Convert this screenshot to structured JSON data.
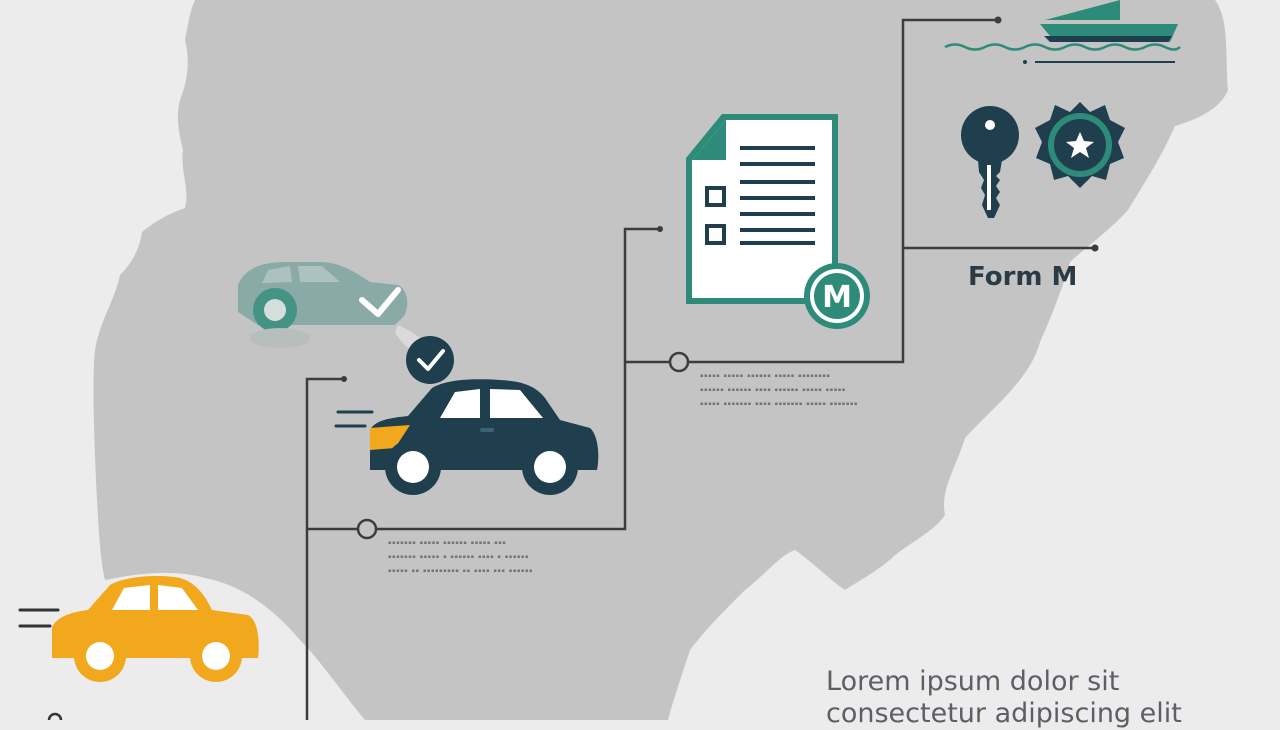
{
  "diagram": {
    "form_label": "Form M",
    "form_badge_letter": "M",
    "caption_line_1": "Lorem ipsum dolor sit",
    "caption_line_2": "consectetur adipiscing elit",
    "colors": {
      "background": "#ececec",
      "map_fill": "#c4c4c4",
      "teal": "#2e8b7a",
      "navy": "#1f3f4f",
      "yellow": "#f2a81d",
      "line": "#3c3c3c",
      "document_paper": "#ffffff"
    },
    "icons": [
      "yellow-car-icon",
      "teal-car-icon",
      "check-icon",
      "navy-car-icon",
      "document-icon",
      "key-icon",
      "police-badge-icon",
      "ship-icon"
    ]
  }
}
